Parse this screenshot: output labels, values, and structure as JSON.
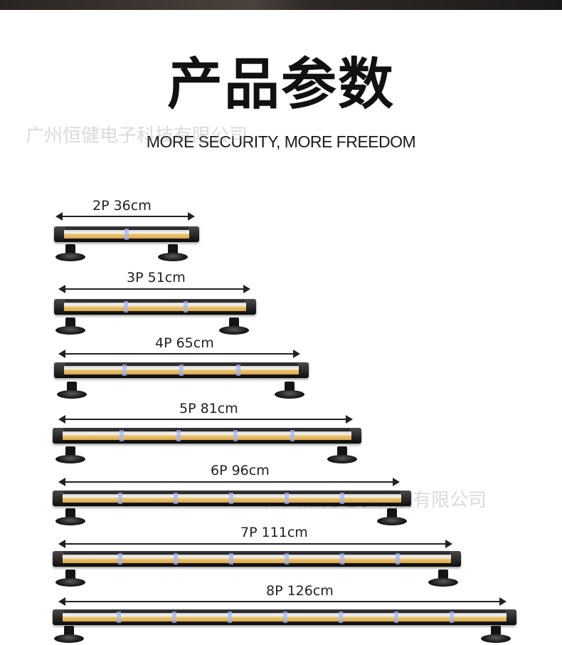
{
  "title": "产品参数",
  "subtitle": "MORE SECURITY, MORE FREEDOM",
  "watermark": "广州恒健电子科技有限公司",
  "models": [
    {
      "label": "2P  36cm",
      "segments": 2
    },
    {
      "label": "3P  51cm",
      "segments": 3
    },
    {
      "label": "4P  65cm",
      "segments": 4
    },
    {
      "label": "5P  81cm",
      "segments": 5
    },
    {
      "label": "6P  96cm",
      "segments": 6
    },
    {
      "label": "7P  111cm",
      "segments": 7
    },
    {
      "label": "8P  126cm",
      "segments": 8
    }
  ]
}
